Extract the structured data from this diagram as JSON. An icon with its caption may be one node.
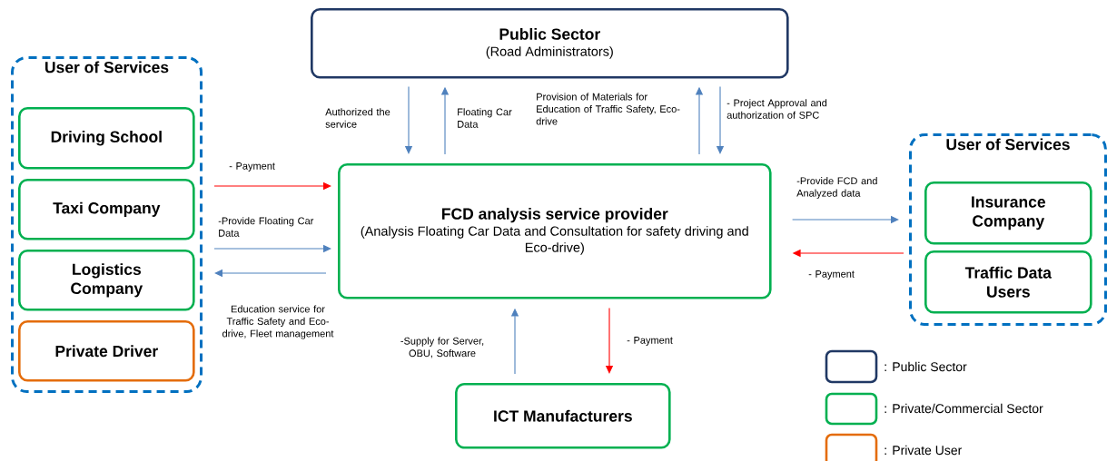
{
  "diagram": {
    "nodes": [
      {
        "text": [
          "Public Sector",
          "(Road Administrators)"
        ]
      },
      {
        "text": [
          "User of Services"
        ]
      },
      {
        "text": [
          "Driving School"
        ],
        "in": 1
      },
      {
        "text": [
          "Taxi Company"
        ],
        "in": 1
      },
      {
        "text": [
          "Logistics Company"
        ],
        "in": 1
      },
      {
        "text": [
          "Private Driver"
        ],
        "in": 1
      },
      {
        "text": [
          "FCD analysis service provider",
          "(Analysis Floating Car Data and Consultation for safety driving and Eco-drive)"
        ]
      },
      {
        "text": [
          "User of Services"
        ]
      },
      {
        "text": [
          "Insurance Company"
        ],
        "in": 7
      },
      {
        "text": [
          "Traffic Data Users"
        ],
        "in": 7
      },
      {
        "text": [
          "ICT Manufacturers"
        ]
      }
    ],
    "edges": [
      {
        "from": 0,
        "to": 6,
        "arrow": "to",
        "label": "Authorized the service"
      },
      {
        "from": 6,
        "to": 0,
        "arrow": "to",
        "label": "Floating Car Data"
      },
      {
        "from": 6,
        "to": 0,
        "arrow": "to",
        "label": "Provision of Materials for Education of Traffic Safety, Eco-drive"
      },
      {
        "from": 0,
        "to": 6,
        "arrow": "to",
        "label": "- Project Approval and authorization of SPC"
      },
      {
        "from": 1,
        "to": 6,
        "arrow": "to",
        "label": "- Payment",
        "color": "#ff0000"
      },
      {
        "from": 1,
        "to": 6,
        "arrow": "to",
        "label": "-Provide Floating Car Data"
      },
      {
        "from": 6,
        "to": 1,
        "arrow": "to",
        "label": "Education service for Traffic Safety and Eco-drive, Fleet management"
      },
      {
        "from": 6,
        "to": 7,
        "arrow": "to",
        "label": "-Provide FCD and Analyzed data"
      },
      {
        "from": 7,
        "to": 6,
        "arrow": "to",
        "label": "- Payment",
        "color": "#ff0000"
      },
      {
        "from": 10,
        "to": 6,
        "arrow": "to",
        "label": "-Supply for Server, OBU, Software"
      },
      {
        "from": 6,
        "to": 10,
        "arrow": "to",
        "label": "- Payment",
        "color": "#ff0000"
      }
    ],
    "legend": [
      {
        "text": ": Public Sector",
        "color": "#203864"
      },
      {
        "text": ": Private/Commercial Sector",
        "color": "#00b050"
      },
      {
        "text": ": Private User",
        "color": "#e46c0a"
      }
    ]
  }
}
